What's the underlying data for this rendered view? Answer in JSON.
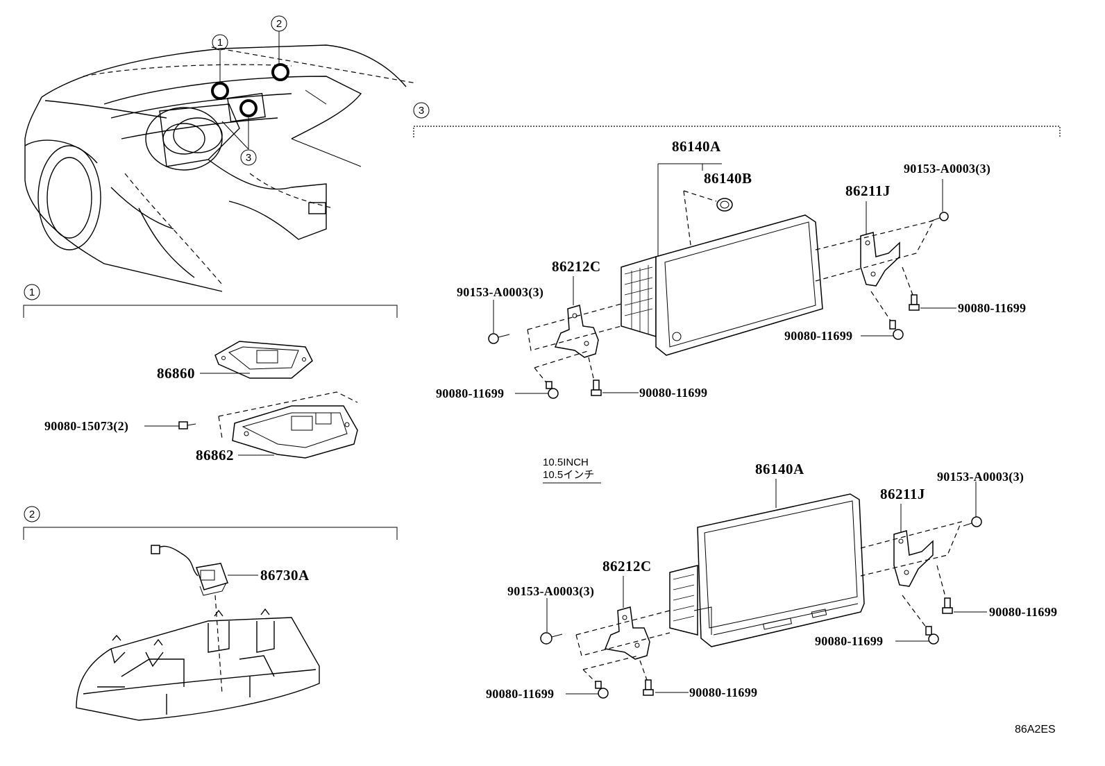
{
  "callouts": {
    "c1": "1",
    "c2": "2",
    "c3": "3"
  },
  "section1": {
    "marker": "1",
    "parts": {
      "p86860": "86860",
      "p90080_15073": "90080-15073(2)",
      "p86862": "86862"
    }
  },
  "section2": {
    "marker": "2",
    "parts": {
      "p86730A": "86730A"
    }
  },
  "section3": {
    "marker": "3",
    "upper": {
      "p86140A": "86140A",
      "p86140B": "86140B",
      "p86211J": "86211J",
      "p90153_r": "90153-A0003(3)",
      "p86212C": "86212C",
      "p90153_l": "90153-A0003(3)",
      "p90080_r1": "90080-11699",
      "p90080_r2": "90080-11699",
      "p90080_l1": "90080-11699",
      "p90080_l2": "90080-11699"
    },
    "lower": {
      "size_en": "10.5INCH",
      "size_jp": "10.5インチ",
      "p86140A": "86140A",
      "p90153_r": "90153-A0003(3)",
      "p86211J": "86211J",
      "p86212C": "86212C",
      "p90153_l": "90153-A0003(3)",
      "p90080_r1": "90080-11699",
      "p90080_r2": "90080-11699",
      "p90080_l1": "90080-11699",
      "p90080_l2": "90080-11699"
    }
  },
  "diagram_code": "86A2ES"
}
